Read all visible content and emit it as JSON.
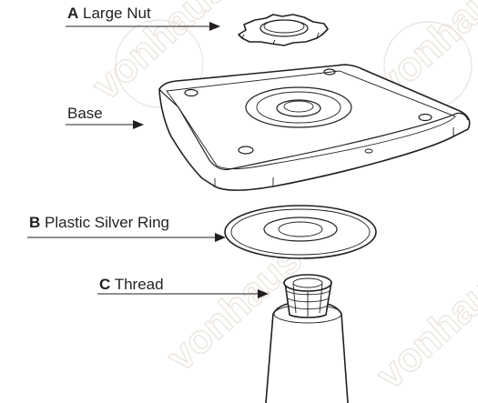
{
  "watermark": {
    "text": "vonhaus",
    "color": "#e9e2da"
  },
  "colors": {
    "ink": "#231f20",
    "background": "#ffffff"
  },
  "parts": [
    {
      "id": "A",
      "name": "Large Nut"
    },
    {
      "id": "",
      "name": "Base"
    },
    {
      "id": "B",
      "name": "Plastic Silver Ring"
    },
    {
      "id": "C",
      "name": "Thread"
    }
  ]
}
